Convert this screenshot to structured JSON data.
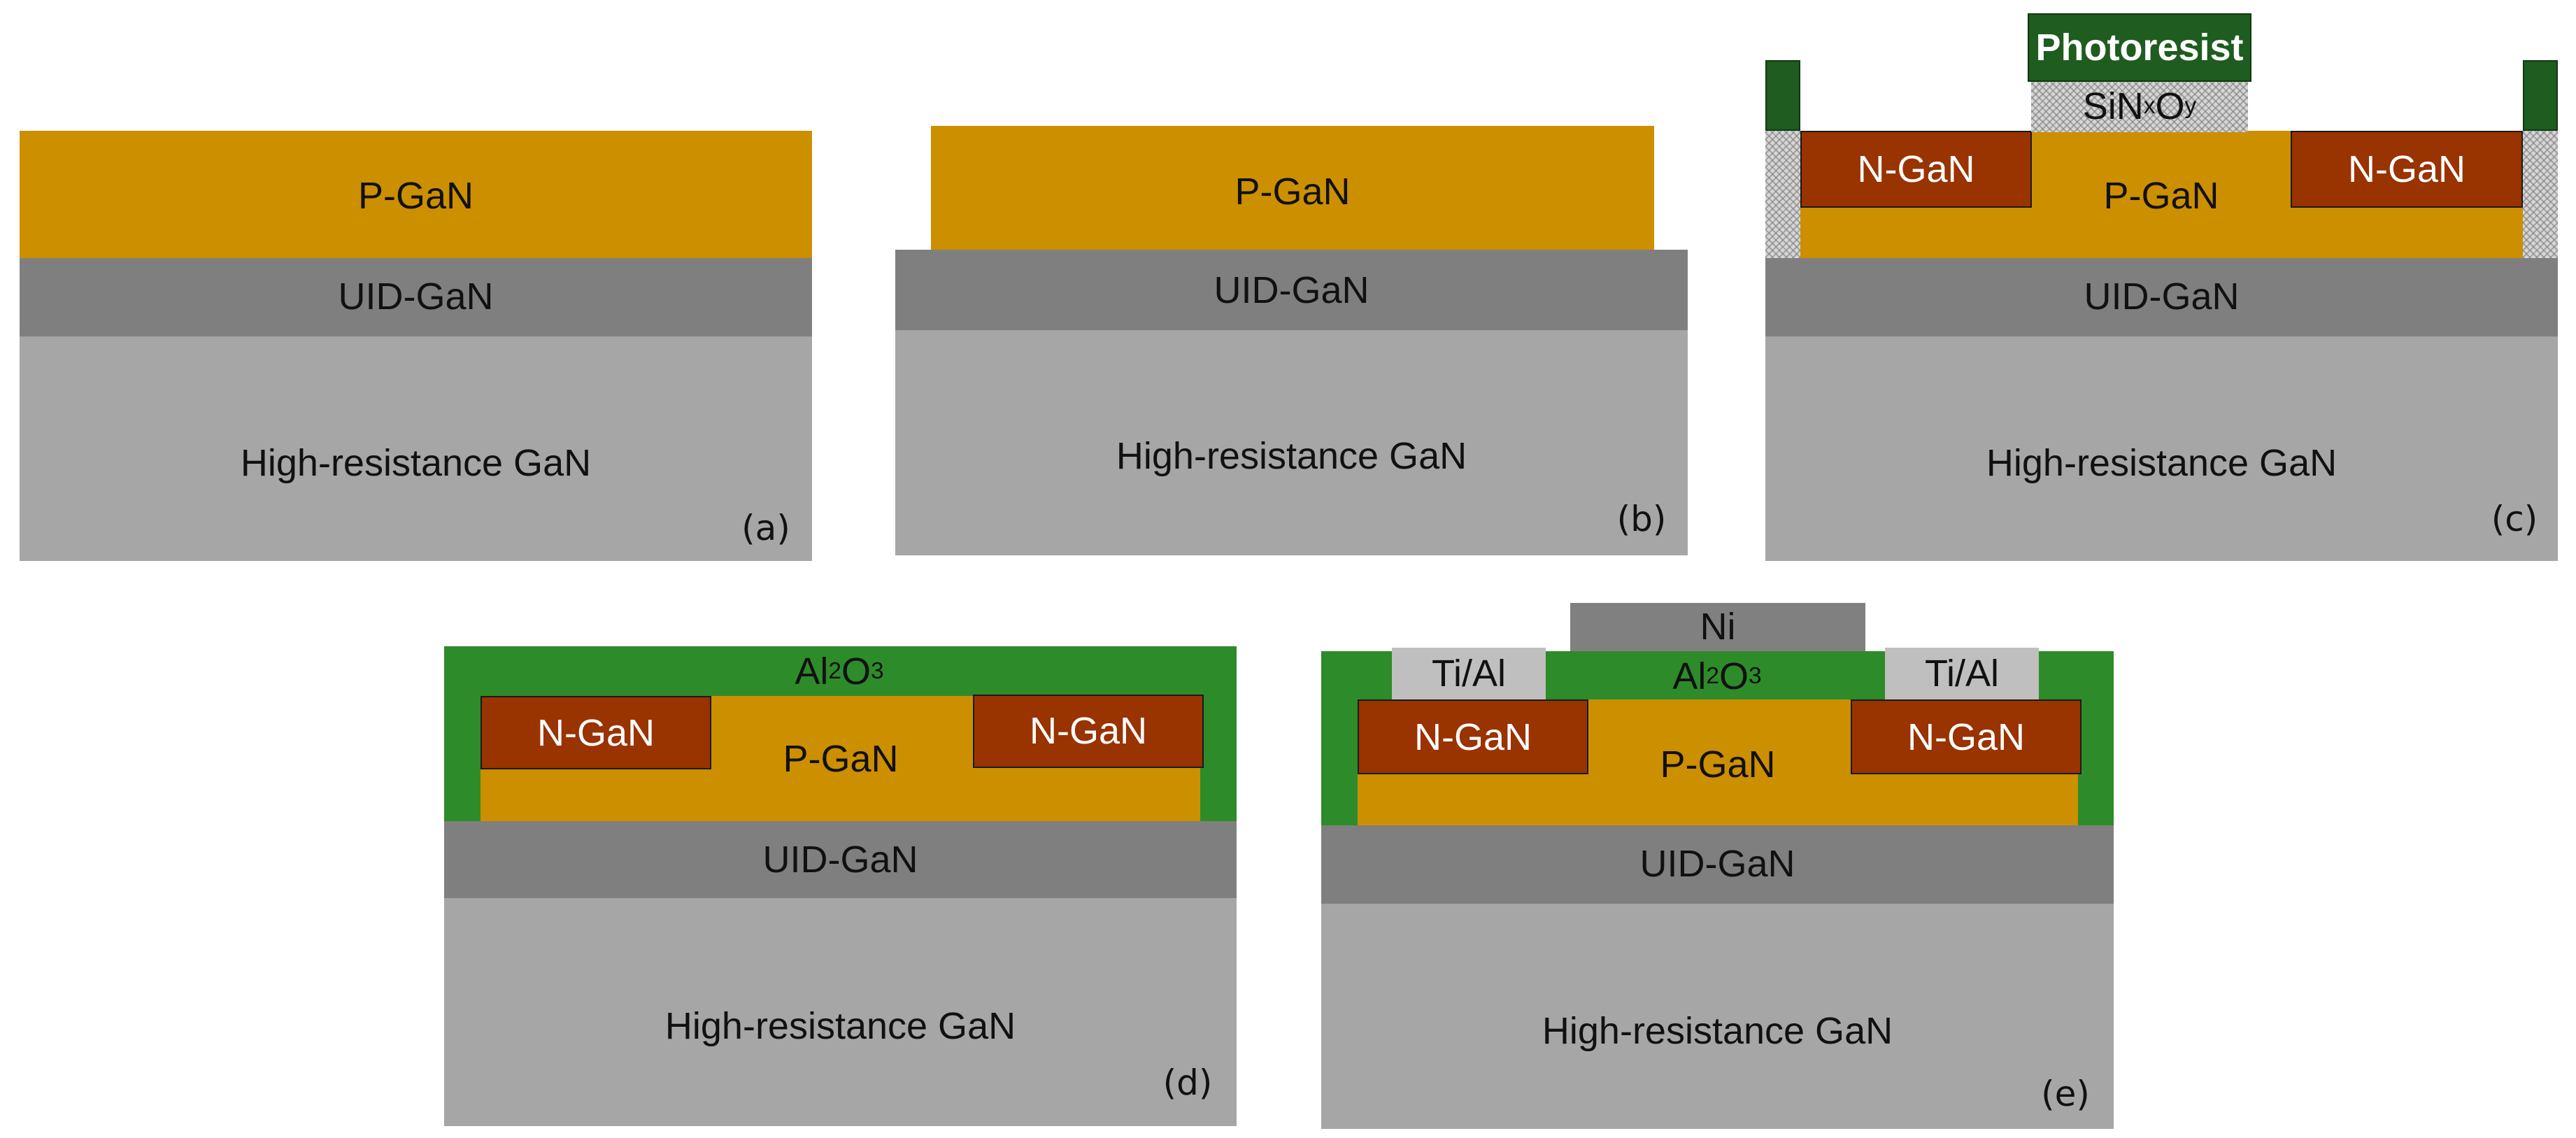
{
  "layers": {
    "p_gan": "P-GaN",
    "uid_gan": "UID-GaN",
    "high_res": "High-resistance GaN",
    "n_gan": "N-GaN",
    "photoresist": "Photoresist",
    "sinxoy": {
      "base1": "SiN",
      "sub1": "x",
      "base2": "O",
      "sub2": "y"
    },
    "al2o3": {
      "base1": "Al",
      "sub1": "2",
      "base2": "O",
      "sub2": "3"
    },
    "ti_al": "Ti/Al",
    "ni": "Ni"
  },
  "captions": {
    "a": "(a)",
    "b": "(b)",
    "c": "(c)",
    "d": "(d)",
    "e": "(e)"
  },
  "colors": {
    "p_gan": "#CC8F00",
    "uid_gan": "#7F7F7F",
    "high_res": "#A6A6A6",
    "n_gan": "#993300",
    "al2o3": "#2E8B2A",
    "photoresist": "#1E5C1F",
    "ti_al": "#BFBFBF",
    "ni": "#808080"
  }
}
